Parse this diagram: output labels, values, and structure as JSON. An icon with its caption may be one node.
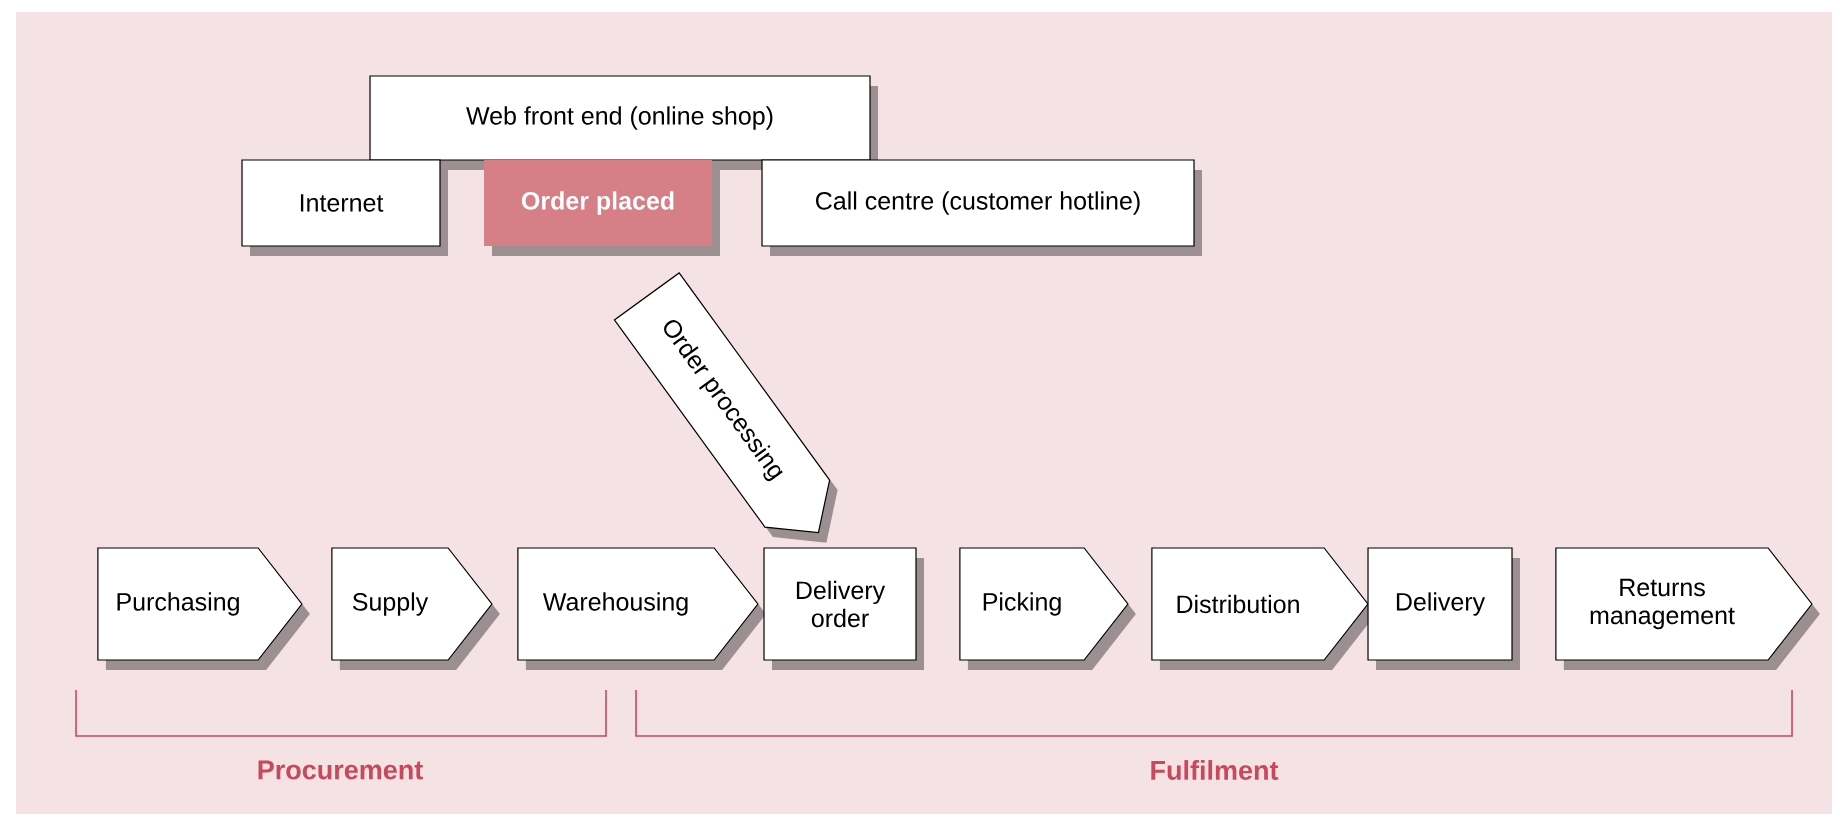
{
  "diagram": {
    "nodes": [
      {
        "text": [
          "Web front end (online shop)"
        ]
      },
      {
        "text": [
          "Internet"
        ]
      },
      {
        "text": [
          "Order placed"
        ]
      },
      {
        "text": [
          "Call centre (customer hotline)"
        ]
      },
      {
        "text": [
          "Order processing"
        ]
      },
      {
        "text": [
          "Purchasing"
        ]
      },
      {
        "text": [
          "Supply"
        ]
      },
      {
        "text": [
          "Warehousing"
        ]
      },
      {
        "text": [
          "Delivery order"
        ]
      },
      {
        "text": [
          "Picking"
        ]
      },
      {
        "text": [
          "Distribution"
        ]
      },
      {
        "text": [
          "Delivery"
        ]
      },
      {
        "text": [
          "Returns management"
        ]
      }
    ],
    "labels": [
      "Procurement",
      "Fulfilment"
    ]
  }
}
